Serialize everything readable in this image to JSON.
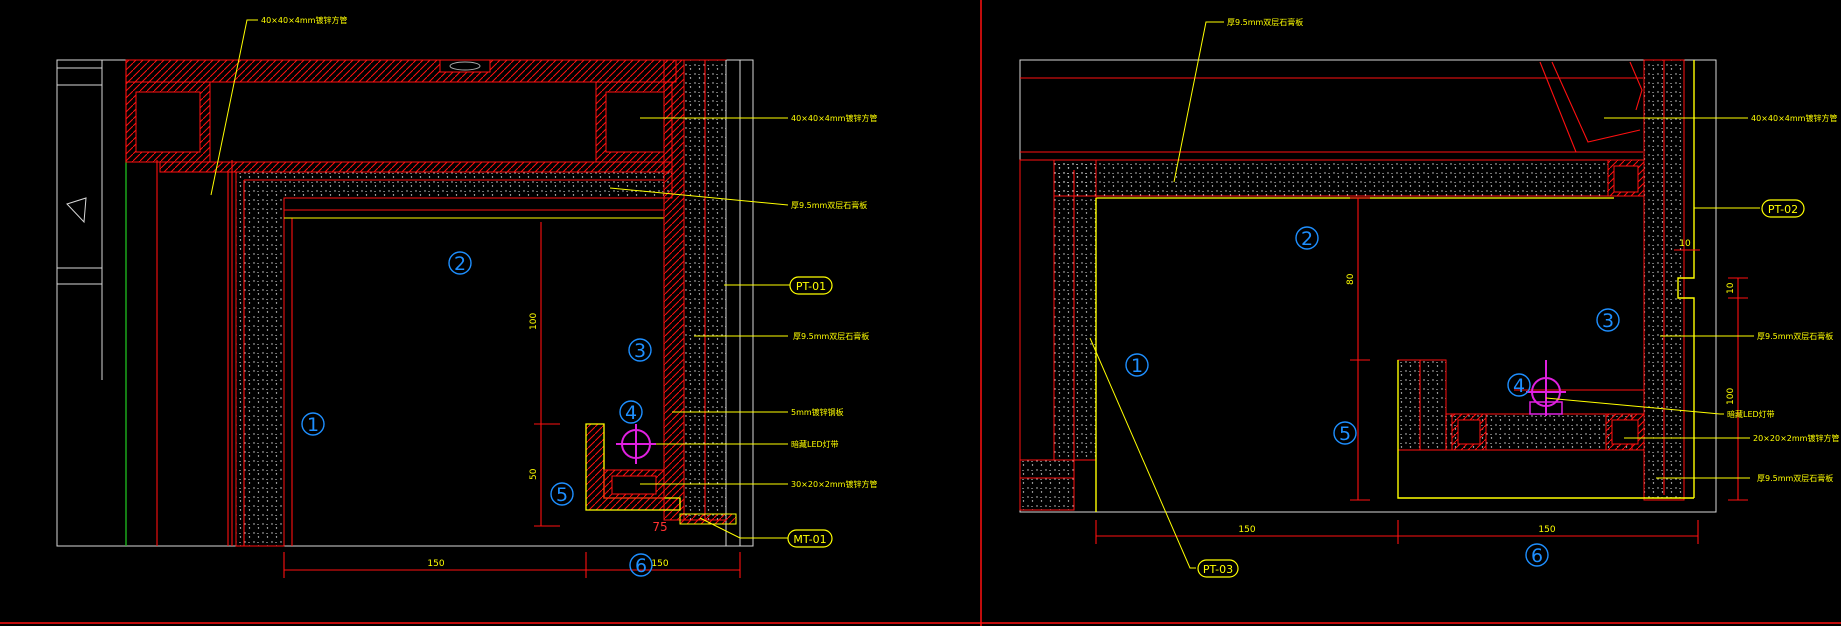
{
  "left": {
    "markers": [
      "1",
      "2",
      "3",
      "4",
      "5",
      "6"
    ],
    "tags": [
      "PT-01",
      "MT-01"
    ],
    "annotations": [
      "40×40×4mm镀锌方管",
      "40×40×4mm镀锌方管",
      "厚9.5mm双层石膏板",
      "厚9.5mm双层石膏板",
      "5mm镀锌钢板",
      "暗藏LED灯带",
      "30×20×2mm镀锌方管"
    ],
    "dims": [
      "100",
      "50",
      "150",
      "150",
      "75"
    ]
  },
  "right": {
    "markers": [
      "1",
      "2",
      "3",
      "4",
      "5",
      "6"
    ],
    "tags": [
      "PT-02",
      "PT-03"
    ],
    "annotations": [
      "厚9.5mm双层石膏板",
      "40×40×4mm镀锌方管",
      "厚9.5mm双层石膏板",
      "暗藏LED灯带",
      "20×20×2mm镀锌方管",
      "厚9.5mm双层石膏板"
    ],
    "dims": [
      "80",
      "100",
      "10",
      "10",
      "150",
      "150"
    ]
  },
  "colors": {
    "background": "#000000",
    "wall": "#ff1010",
    "annotation": "#ffff00",
    "marker": "#1e8fff",
    "lamp": "#e020e0",
    "frame": "#d8d8d8"
  }
}
